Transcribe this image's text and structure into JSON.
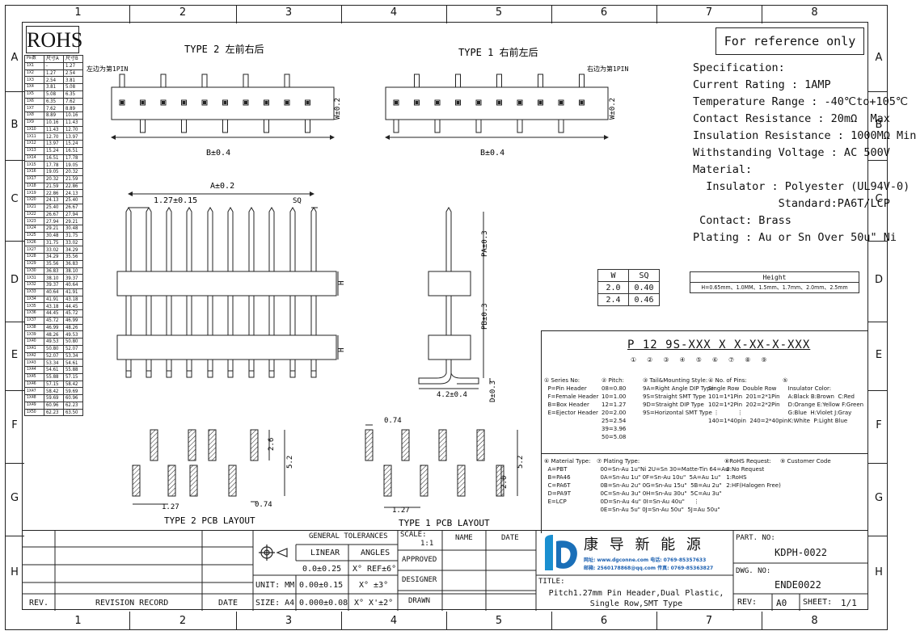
{
  "rohs": "ROHS",
  "reference": "For reference only",
  "zones_top": [
    "1",
    "2",
    "3",
    "4",
    "5",
    "6",
    "7",
    "8"
  ],
  "zones_side": [
    "A",
    "B",
    "C",
    "D",
    "E",
    "F",
    "G",
    "H"
  ],
  "pin_table": {
    "headers": [
      "Pin数",
      "尺寸A",
      "尺寸B"
    ],
    "rows": [
      [
        "1X1",
        "-",
        "1.27"
      ],
      [
        "1X2",
        "1.27",
        "2.54"
      ],
      [
        "1X3",
        "2.54",
        "3.81"
      ],
      [
        "1X4",
        "3.81",
        "5.08"
      ],
      [
        "1X5",
        "5.08",
        "6.35"
      ],
      [
        "1X6",
        "6.35",
        "7.62"
      ],
      [
        "1X7",
        "7.62",
        "8.89"
      ],
      [
        "1X8",
        "8.89",
        "10.16"
      ],
      [
        "1X9",
        "10.16",
        "11.43"
      ],
      [
        "1X10",
        "11.43",
        "12.70"
      ],
      [
        "1X11",
        "12.70",
        "13.97"
      ],
      [
        "1X12",
        "13.97",
        "15.24"
      ],
      [
        "1X13",
        "15.24",
        "16.51"
      ],
      [
        "1X14",
        "16.51",
        "17.78"
      ],
      [
        "1X15",
        "17.78",
        "19.05"
      ],
      [
        "1X16",
        "19.05",
        "20.32"
      ],
      [
        "1X17",
        "20.32",
        "21.59"
      ],
      [
        "1X18",
        "21.59",
        "22.86"
      ],
      [
        "1X19",
        "22.86",
        "24.13"
      ],
      [
        "1X20",
        "24.13",
        "25.40"
      ],
      [
        "1X21",
        "25.40",
        "26.67"
      ],
      [
        "1X22",
        "26.67",
        "27.94"
      ],
      [
        "1X23",
        "27.94",
        "29.21"
      ],
      [
        "1X24",
        "29.21",
        "30.48"
      ],
      [
        "1X25",
        "30.48",
        "31.75"
      ],
      [
        "1X26",
        "31.75",
        "33.02"
      ],
      [
        "1X27",
        "33.02",
        "34.29"
      ],
      [
        "1X28",
        "34.29",
        "35.56"
      ],
      [
        "1X29",
        "35.56",
        "36.83"
      ],
      [
        "1X30",
        "36.83",
        "38.10"
      ],
      [
        "1X31",
        "38.10",
        "39.37"
      ],
      [
        "1X32",
        "39.37",
        "40.64"
      ],
      [
        "1X33",
        "40.64",
        "41.91"
      ],
      [
        "1X34",
        "41.91",
        "43.18"
      ],
      [
        "1X35",
        "43.18",
        "44.45"
      ],
      [
        "1X36",
        "44.45",
        "45.72"
      ],
      [
        "1X37",
        "45.72",
        "46.99"
      ],
      [
        "1X38",
        "46.99",
        "48.26"
      ],
      [
        "1X39",
        "48.26",
        "49.53"
      ],
      [
        "1X40",
        "49.53",
        "50.80"
      ],
      [
        "1X41",
        "50.80",
        "52.07"
      ],
      [
        "1X42",
        "52.07",
        "53.34"
      ],
      [
        "1X43",
        "53.34",
        "54.61"
      ],
      [
        "1X44",
        "54.61",
        "55.88"
      ],
      [
        "1X45",
        "55.88",
        "57.15"
      ],
      [
        "1X46",
        "57.15",
        "58.42"
      ],
      [
        "1X47",
        "58.42",
        "59.69"
      ],
      [
        "1X48",
        "59.69",
        "60.96"
      ],
      [
        "1X49",
        "60.96",
        "62.23"
      ],
      [
        "1X50",
        "62.23",
        "63.50"
      ]
    ]
  },
  "views": {
    "type2_title": "TYPE 2 左前右后",
    "type1_title": "TYPE 1 右前左后",
    "type2_pin1": "左边为第1PIN",
    "type1_pin1": "右边为第1PIN",
    "dim_w": "W±0.2",
    "dim_b": "B±0.4",
    "dim_a": "A±0.2",
    "dim_pitch": "1.27±0.15",
    "dim_sq": "SQ",
    "dim_h": "H",
    "dim_pa": "PA±0.3",
    "dim_pb": "PB±0.3",
    "dim_42": "4.2±0.4",
    "dim_d": "D±0.3",
    "type2_pcb": "TYPE 2 PCB LAYOUT",
    "type1_pcb": "TYPE 1 PCB LAYOUT",
    "pcb_26": "2.6",
    "pcb_52": "5.2",
    "pcb_127": "1.27",
    "pcb_074": "0.74"
  },
  "spec_lines": [
    "Specification:",
    "Current Rating : 1AMP",
    "Temperature Range : -40℃to+105℃",
    "Contact Resistance : 20mΩ  Max",
    "Insulation Resistance : 1000MΩ Min",
    "Withstanding Voltage : AC 500V",
    "Material:",
    "  Insulator : Polyester (UL94V-0)",
    "             Standard:PA6T/LCP",
    " Contact: Brass",
    "Plating : Au or Sn Over 50u\" Ni"
  ],
  "wsq_table": {
    "headers": [
      "W",
      "SQ"
    ],
    "rows": [
      [
        "2.0",
        "0.40"
      ],
      [
        "2.4",
        "0.46"
      ]
    ]
  },
  "height_table": {
    "header": "Height",
    "value": "H=0.65mm、1.0MM、1.5mm、1.7mm、2.0mm、2.5mm"
  },
  "part_code": "P 12 9S-XXX X X-XX-X-XXX",
  "code_notes": {
    "series": "① Series No:\n  P=Pin Header\n  F=Female Header\n  B=Box Header\n  E=Ejector Header",
    "pitch": "② Pitch:\n08=0.80\n10=1.00\n12=1.27\n20=2.00\n25=2.54\n39=3.96\n50=5.08",
    "tail": "③ Tail&Mounting Style:\n9A=Right Angle DIP Type\n9S=Straight SMT Type\n9D=Straight DIP Type\n9S=Horizontal SMT Type",
    "pins": "④ No. of Pins:\nSingle Row  Double Row\n101=1*1Pin  201=2*1Pin\n102=1*2Pin  202=2*2Pin\n   ⋮          ⋮\n140=1*40pin  240=2*40pin",
    "color": "⑤\n   Insulator Color:\n   A:Black B:Brown  C:Red\n   D:Orange E:Yellow F:Green\n   G:Blue  H:Violet J:Gray\n   K:White  P:Light Blue",
    "material": "⑥ Material Type:\n  A=PBT\n  B=PA46\n  C=PA6T\n  D=PA9T\n  E=LCP",
    "plating": "⑦ Plating Type:\n  00=Sn-Au 1u\"Ni 2U=Sn 30=Matte-Tin 64=Au\n  0A=Sn-Au 1u\" 0F=Sn-Au 10u\"  5A=Au 1u\"\n  0B=Sn-Au 2u\" 0G=Sn-Au 15u\"  5B=Au 2u\"\n  0C=Sn-Au 3u\" 0H=Sn-Au 30u\"  5C=Au 3u\"\n  0D=Sn-Au 4u\" 0I=Sn-Au 40u\"     ⋮\n  0E=Sn-Au 5u\" 0J=Sn-Au 50u\"  5J=Au 50u\"",
    "rohs": "⑧RoHS Request:\n 0:No Request\n 1:RoHS\n 2:HF(Halogen Free)",
    "customer": "⑨ Customer Code"
  },
  "title_block": {
    "rev_label": "REV.",
    "revision_record": "REVISION RECORD",
    "date_label": "DATE",
    "general_tol": "GENERAL TOLERANCES",
    "linear": "LINEAR",
    "angles": "ANGLES",
    "tol1": "0.0±0.25",
    "tol1a": "X° REF±6°",
    "unit": "UNIT: MM",
    "tol2": "0.00±0.15",
    "tol2a": "X° ±3°",
    "size": "SIZE: A4",
    "tol3": "0.000±0.08",
    "tol3a": "X° X'±2°",
    "scale_label": "SCALE:",
    "scale": "1:1",
    "name": "NAME",
    "date2": "DATE",
    "approved": "APPROVED",
    "designer": "DESIGNER",
    "drawn": "DRAWN",
    "company": "康 导 新 能 源",
    "company_web": "网址: www.dgconne.com  电话: 0769-85357633",
    "company_mail": "邮箱: 2560178868@qq.com 传真: 0769-85363827",
    "title_label": "TITLE:",
    "title_text": "Pitch1.27mm Pin Header,Dual Plastic,\nSingle Row,SMT Type",
    "part_no_label": "PART. NO:",
    "part_no": "KDPH-0022",
    "dwg_no_label": "DWG. NO:",
    "dwg_no": "ENDE0022",
    "rev_label2": "REV:",
    "rev": "A0",
    "sheet_label": "SHEET:",
    "sheet": "1/1"
  }
}
